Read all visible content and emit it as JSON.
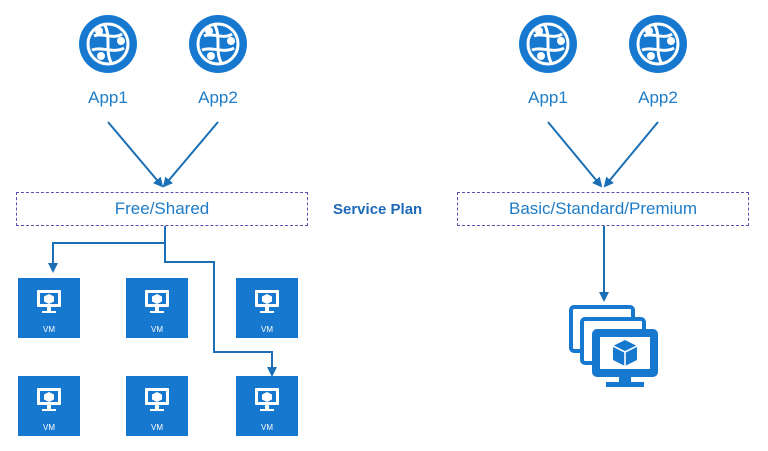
{
  "colors": {
    "primary": "#1679cf",
    "arrow": "#1a6fb5",
    "label": "#1e7cc8",
    "plan_border": "#5b4fb0",
    "center_label": "#1e6ab8"
  },
  "left": {
    "apps": [
      "App1",
      "App2"
    ],
    "plan_label": "Free/Shared",
    "vm_label": "VM"
  },
  "center": {
    "label": "Service Plan"
  },
  "right": {
    "apps": [
      "App1",
      "App2"
    ],
    "plan_label": "Basic/Standard/Premium"
  },
  "icons": {
    "app": "web-app-globe-icon",
    "vm": "virtual-machine-icon",
    "scale_set": "vm-scale-set-icon"
  }
}
